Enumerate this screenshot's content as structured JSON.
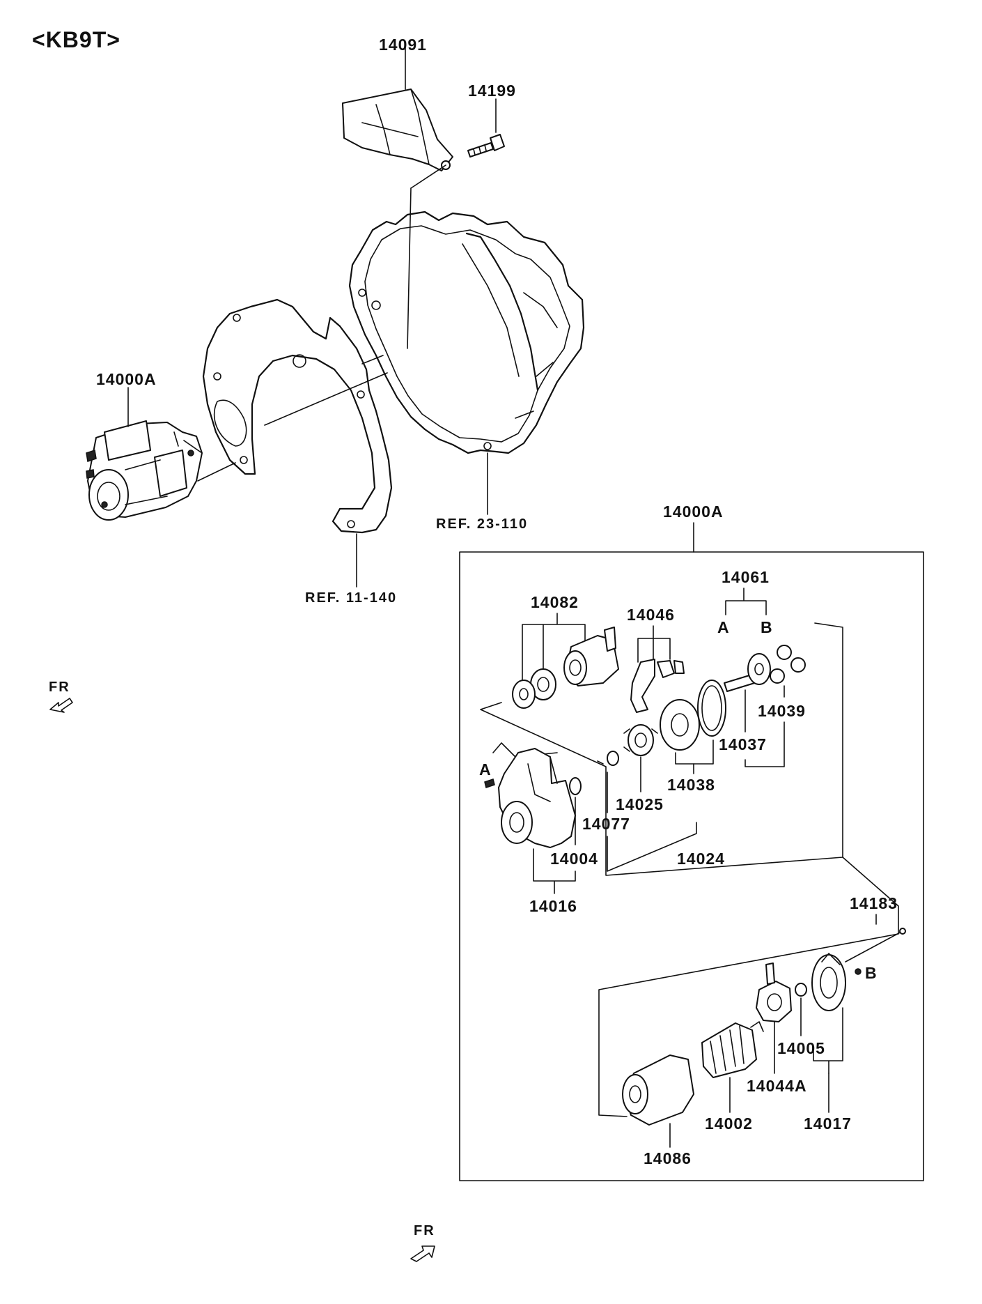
{
  "title": "<KB9T>",
  "labels": {
    "p14091": "14091",
    "p14199": "14199",
    "p14000A_main": "14000A",
    "p14000A_box": "14000A",
    "ref23": "REF. 23-110",
    "ref11": "REF. 11-140",
    "p14061": "14061",
    "p14082": "14082",
    "p14046": "14046",
    "marker_A_top": "A",
    "marker_B_top": "B",
    "p14039": "14039",
    "p14037": "14037",
    "p14038": "14038",
    "p14025": "14025",
    "p14077": "14077",
    "p14024": "14024",
    "p14004": "14004",
    "p14016": "14016",
    "marker_A_side": "A",
    "p14183": "14183",
    "marker_B_side": "B",
    "p14005": "14005",
    "p14044A": "14044A",
    "p14002": "14002",
    "p14017": "14017",
    "p14086": "14086",
    "fr_left": "FR",
    "fr_bottom": "FR"
  }
}
